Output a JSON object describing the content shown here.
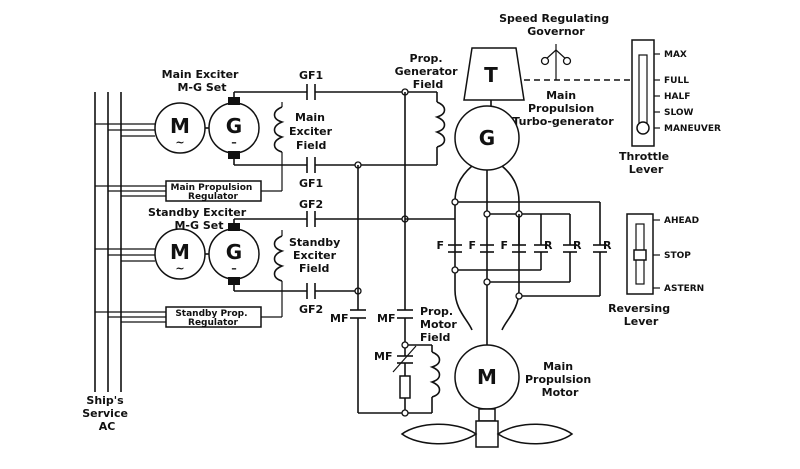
{
  "labels": {
    "speed_governor": [
      "Speed Regulating",
      "Governor"
    ],
    "main_exciter": [
      "Main Exciter",
      "M-G Set"
    ],
    "main_exciter_field": [
      "Main",
      "Exciter",
      "Field"
    ],
    "prop_generator_field": [
      "Prop.",
      "Generator",
      "Field"
    ],
    "main_prop_regulator": [
      "Main Propulsion",
      "Regulator"
    ],
    "standby_exciter": [
      "Standby Exciter",
      "M-G Set"
    ],
    "standby_exciter_field": [
      "Standby",
      "Exciter",
      "Field"
    ],
    "standby_regulator": [
      "Standby Prop.",
      "Regulator"
    ],
    "turbo_generator": [
      "Main",
      "Propulsion",
      "Turbo-generator"
    ],
    "throttle_lever": [
      "Throttle",
      "Lever"
    ],
    "reversing_lever": [
      "Reversing",
      "Lever"
    ],
    "prop_motor_field": [
      "Prop.",
      "Motor",
      "Field"
    ],
    "main_motor": [
      "Main",
      "Propulsion",
      "Motor"
    ],
    "ships_service": [
      "Ship's",
      "Service",
      "AC"
    ]
  },
  "contacts": {
    "gf1": "GF1",
    "gf2": "GF2",
    "mf": "MF",
    "f": "F",
    "r": "R"
  },
  "machines": {
    "motor": "M",
    "generator": "G",
    "turbine": "T",
    "tilde": "~",
    "dash": "–"
  },
  "throttle_positions": [
    "MAX",
    "FULL",
    "HALF",
    "SLOW",
    "MANEUVER"
  ],
  "reversing_positions": [
    "AHEAD",
    "STOP",
    "ASTERN"
  ]
}
